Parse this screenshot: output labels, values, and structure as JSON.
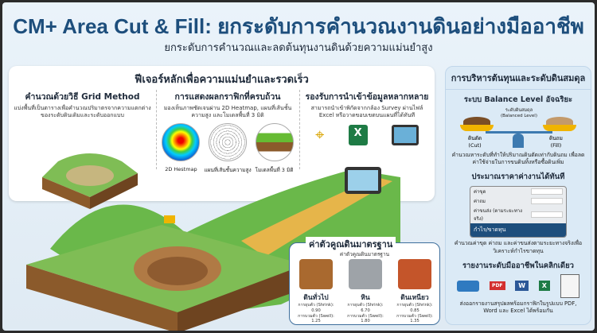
{
  "header": {
    "title": "CM+ Area Cut & Fill: ยกระดับการคำนวณงานดินอย่างมืออาชีพ",
    "subtitle": "ยกระดับการคำนวณและลดต้นทุนงานดินด้วยความแม่นยำสูง"
  },
  "features": {
    "title": "ฟีเจอร์หลักเพื่อความแม่นยำและรวดเร็ว",
    "items": [
      {
        "title": "คำนวณด้วยวิธี Grid Method",
        "desc": "แบ่งพื้นที่เป็นตารางเพื่อคำนวณปริมาตรจากความแตกต่างของระดับดินเดิมและระดับออกแบบ"
      },
      {
        "title": "การแสดงผลกราฟิกที่ครบถ้วน",
        "desc": "มองเห็นภาพชัดเจนผ่าน 2D Heatmap, แผนที่เส้นชั้นความสูง และโมเดลพื้นที่ 3 มิติ",
        "visuals": [
          "2D Hestmap",
          "แผนที่เส้นชั้นความสูง",
          "โมเดลพื้นที่ 3 มิติ"
        ]
      },
      {
        "title": "รองรับการนำเข้าข้อมูลหลากหลาย",
        "desc": "สามารถนำเข้าพิกัดจากกล้อง Survey ผ่านไฟล์ Excel หรือวาดขอบเขตบนแผนที่ได้ทันที"
      }
    ]
  },
  "soil_factors": {
    "title": "ค่าตัวคูณดินมาตรฐาน",
    "subtitle": "ค่าตัวคูณดินมาตรฐาน",
    "materials": [
      {
        "name": "ดินทั่วไป",
        "shrink": "การยุบตัว (Shrink): 0.90",
        "swell": "การบวมตัว (Swell): 1.25"
      },
      {
        "name": "หิน",
        "shrink": "การยุบตัว (Shrink): 6.70",
        "swell": "การบวมตัว (Swell): 1.80"
      },
      {
        "name": "ดินเหนียว",
        "shrink": "การยุบตัว (Shrink): 0.85",
        "swell": "การบวมตัว (Swell): 1.35"
      }
    ]
  },
  "sidebar": {
    "title": "การบริหารต้นทุนและระดับดินสมดุล",
    "balance": {
      "title": "ระบบ Balance Level อัจฉริยะ",
      "center_label": "ระดับดินสมดุล",
      "center_sub": "(Balanced Level)",
      "cut": "ดินตัด",
      "cut_en": "(Cut)",
      "fill": "ดินถม",
      "fill_en": "(Fill)",
      "desc": "คำนวณหาระดับที่ทำให้ปริมาณดินตัดเท่ากับดินถม เพื่อลดค่าใช้จ่ายในการขนดินทิ้งหรือซื้อดินเพิ่ม"
    },
    "estimate": {
      "title": "ประมาณราคาค่างานได้ทันที",
      "rows": [
        "ค่าขุด",
        "ค่าถม",
        "ค่าขนส่ง (ตามระยะทางจริง)"
      ],
      "result": "กำไร/ขาดทุน",
      "desc": "คำนวณค่าขุด ค่าถม และค่าขนส่งตามระยะทางจริงเพื่อวิเคราะห์กำไรขาดทุน"
    },
    "report": {
      "title": "รายงานระดับมืออาชีพในคลิกเดียว",
      "file_labels": [
        "PDF",
        "W",
        "X"
      ],
      "desc": "ส่งออกรายงานสรุปผลพร้อมกราฟิกในรูปแบบ PDF, Word และ Excel ได้พร้อมกัน"
    }
  },
  "colors": {
    "brand": "#1d4e7c",
    "cut": "#e53935",
    "fill": "#43a047"
  }
}
